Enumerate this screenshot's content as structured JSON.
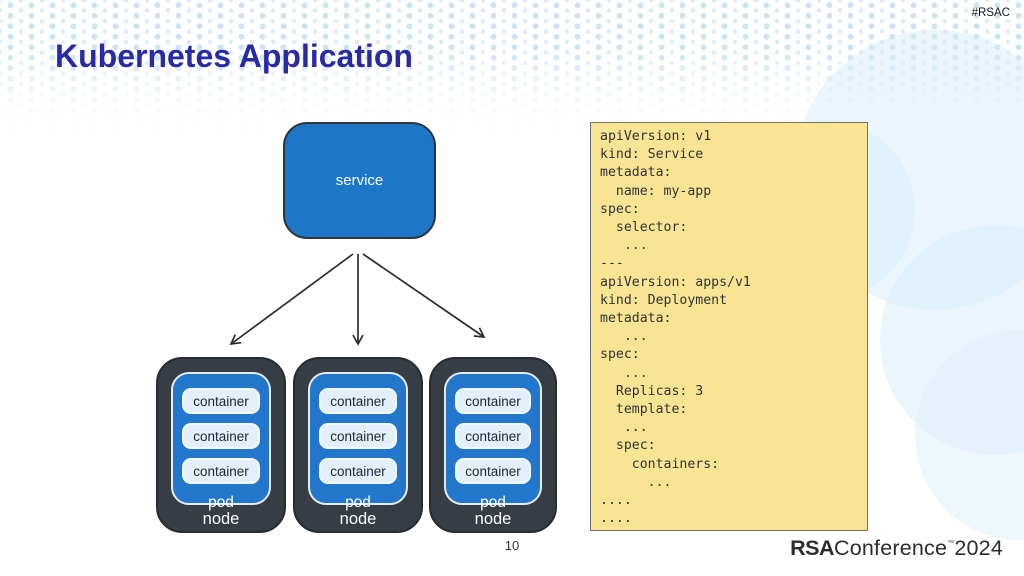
{
  "slide": {
    "hashtag": "#RSAC",
    "title": "Kubernetes Application",
    "page_number": "10",
    "footer_logo": {
      "rsa": "RSA",
      "conference": "Conference",
      "tm": "™",
      "year": "2024"
    }
  },
  "diagram": {
    "service_label": "service",
    "nodes": [
      {
        "pod_label": "pod",
        "node_label": "node",
        "containers": [
          "container",
          "container",
          "container"
        ]
      },
      {
        "pod_label": "pod",
        "node_label": "node",
        "containers": [
          "container",
          "container",
          "container"
        ]
      },
      {
        "pod_label": "pod",
        "node_label": "node",
        "containers": [
          "container",
          "container",
          "container"
        ]
      }
    ]
  },
  "code_panel": {
    "lines": [
      "apiVersion: v1",
      "kind: Service",
      "metadata:",
      "  name: my-app",
      "spec:",
      "  selector:",
      "   ...",
      "---",
      "apiVersion: apps/v1",
      "kind: Deployment",
      "metadata:",
      "   ...",
      "spec:",
      "   ...",
      "  Replicas: 3",
      "  template:",
      "   ...",
      "  spec:",
      "    containers:",
      "      ...",
      "....",
      "...."
    ]
  },
  "colors": {
    "title_blue": "#2a2aa5",
    "service_blue": "#1d76c8",
    "pod_blue": "#2277cc",
    "node_dark": "#363d45",
    "container_light": "#e2f0fc",
    "code_bg": "#f9e493",
    "arrow": "#2b2b2b",
    "dot_pattern": "#c9e5f5"
  }
}
